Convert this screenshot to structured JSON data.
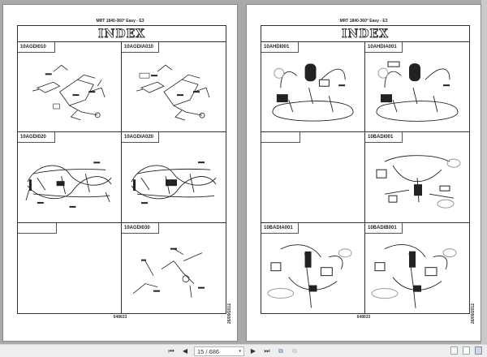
{
  "viewer": {
    "pages": [
      {
        "header": "MRT 1840-360° Easy - E3",
        "index_title": "INDEX",
        "cells": [
          {
            "label": "10AGDI010"
          },
          {
            "label": "10AGDIA010"
          },
          {
            "label": "10AGDI020"
          },
          {
            "label": "10AGDIA020"
          },
          {
            "label": ""
          },
          {
            "label": "10AGDI030"
          }
        ],
        "footer": "648633",
        "side_date": "26/09/2012"
      },
      {
        "header": "MRT 1840-360° Easy - E3",
        "index_title": "INDEX",
        "cells": [
          {
            "label": "10AHDI001"
          },
          {
            "label": "10AHDIA001"
          },
          {
            "label": ""
          },
          {
            "label": "10BADI001"
          },
          {
            "label": "10BADIA001"
          },
          {
            "label": "10BADIB001"
          }
        ],
        "footer": "648633",
        "side_date": "26/09/2012"
      }
    ]
  },
  "toolbar": {
    "first_page_icon": "⏮",
    "prev_page_icon": "◀",
    "page_value": "15 / 686",
    "dropdown_icon": "▾",
    "next_page_icon": "▶",
    "last_page_icon": "⏭",
    "copy_icon": "⧉",
    "paste_icon": "⧉",
    "view_modes": [
      "single-page",
      "continuous",
      "two-page"
    ],
    "active_view_mode": "two-page"
  }
}
